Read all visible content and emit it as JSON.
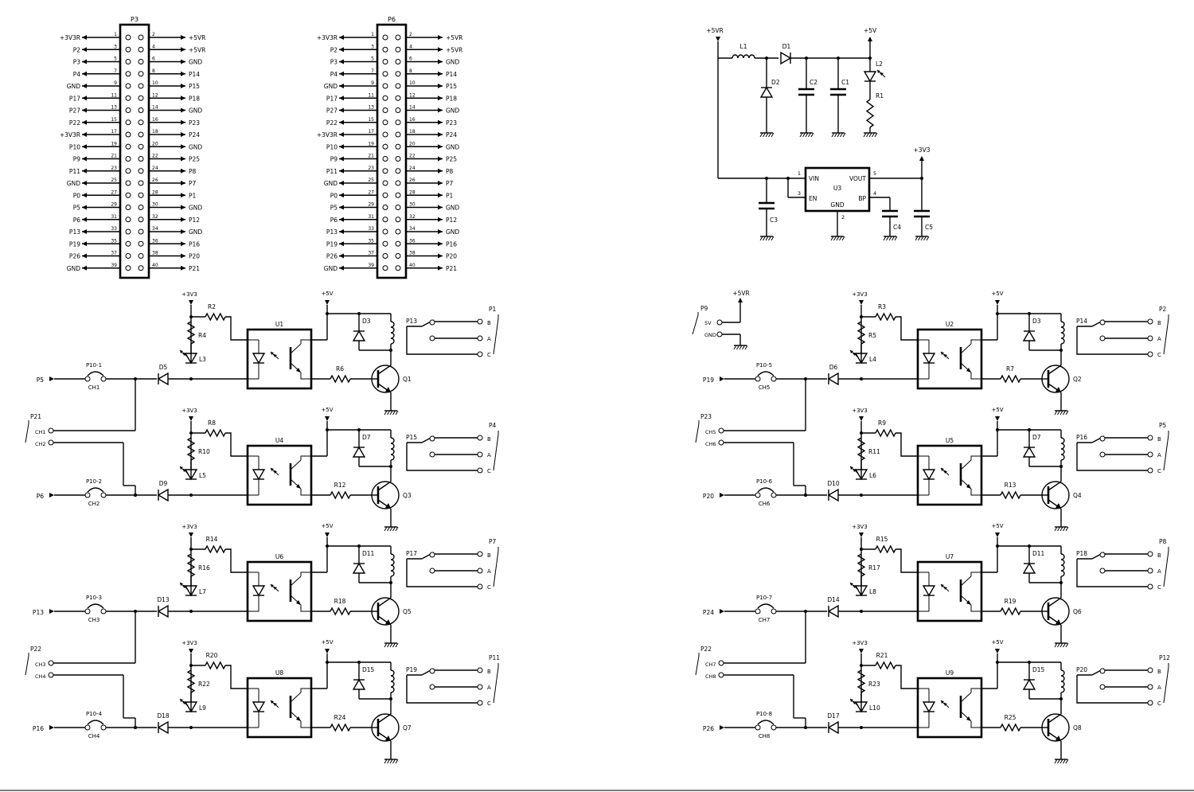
{
  "headers": [
    {
      "ref": "P3",
      "rows": [
        {
          "l": "+3V3R",
          "lp": "1",
          "rp": "2",
          "r": "+5VR"
        },
        {
          "l": "P2",
          "lp": "3",
          "rp": "4",
          "r": "+5VR"
        },
        {
          "l": "P3",
          "lp": "5",
          "rp": "6",
          "r": "GND"
        },
        {
          "l": "P4",
          "lp": "7",
          "rp": "8",
          "r": "P14"
        },
        {
          "l": "GND",
          "lp": "9",
          "rp": "10",
          "r": "P15"
        },
        {
          "l": "P17",
          "lp": "11",
          "rp": "12",
          "r": "P18"
        },
        {
          "l": "P27",
          "lp": "13",
          "rp": "14",
          "r": "GND"
        },
        {
          "l": "P22",
          "lp": "15",
          "rp": "16",
          "r": "P23"
        },
        {
          "l": "+3V3R",
          "lp": "17",
          "rp": "18",
          "r": "P24"
        },
        {
          "l": "P10",
          "lp": "19",
          "rp": "20",
          "r": "GND"
        },
        {
          "l": "P9",
          "lp": "21",
          "rp": "22",
          "r": "P25"
        },
        {
          "l": "P11",
          "lp": "23",
          "rp": "24",
          "r": "P8"
        },
        {
          "l": "GND",
          "lp": "25",
          "rp": "26",
          "r": "P7"
        },
        {
          "l": "P0",
          "lp": "27",
          "rp": "28",
          "r": "P1"
        },
        {
          "l": "P5",
          "lp": "29",
          "rp": "30",
          "r": "GND"
        },
        {
          "l": "P6",
          "lp": "31",
          "rp": "32",
          "r": "P12"
        },
        {
          "l": "P13",
          "lp": "33",
          "rp": "34",
          "r": "GND"
        },
        {
          "l": "P19",
          "lp": "35",
          "rp": "36",
          "r": "P16"
        },
        {
          "l": "P26",
          "lp": "37",
          "rp": "38",
          "r": "P20"
        },
        {
          "l": "GND",
          "lp": "39",
          "rp": "40",
          "r": "P21"
        }
      ]
    },
    {
      "ref": "P6",
      "rows": [
        {
          "l": "+3V3R",
          "lp": "1",
          "rp": "2",
          "r": "+5VR"
        },
        {
          "l": "P2",
          "lp": "3",
          "rp": "4",
          "r": "+5VR"
        },
        {
          "l": "P3",
          "lp": "5",
          "rp": "6",
          "r": "GND"
        },
        {
          "l": "P4",
          "lp": "7",
          "rp": "8",
          "r": "P14"
        },
        {
          "l": "GND",
          "lp": "9",
          "rp": "10",
          "r": "P15"
        },
        {
          "l": "P17",
          "lp": "11",
          "rp": "12",
          "r": "P18"
        },
        {
          "l": "P27",
          "lp": "13",
          "rp": "14",
          "r": "GND"
        },
        {
          "l": "P22",
          "lp": "15",
          "rp": "16",
          "r": "P23"
        },
        {
          "l": "+3V3R",
          "lp": "17",
          "rp": "18",
          "r": "P24"
        },
        {
          "l": "P10",
          "lp": "19",
          "rp": "20",
          "r": "GND"
        },
        {
          "l": "P9",
          "lp": "21",
          "rp": "22",
          "r": "P25"
        },
        {
          "l": "P11",
          "lp": "23",
          "rp": "24",
          "r": "P8"
        },
        {
          "l": "GND",
          "lp": "25",
          "rp": "26",
          "r": "P7"
        },
        {
          "l": "P0",
          "lp": "27",
          "rp": "28",
          "r": "P1"
        },
        {
          "l": "P5",
          "lp": "29",
          "rp": "30",
          "r": "GND"
        },
        {
          "l": "P6",
          "lp": "31",
          "rp": "32",
          "r": "P12"
        },
        {
          "l": "P13",
          "lp": "33",
          "rp": "34",
          "r": "GND"
        },
        {
          "l": "P19",
          "lp": "35",
          "rp": "36",
          "r": "P16"
        },
        {
          "l": "P26",
          "lp": "37",
          "rp": "38",
          "r": "P20"
        },
        {
          "l": "GND",
          "lp": "39",
          "rp": "40",
          "r": "P21"
        }
      ]
    }
  ],
  "power": {
    "input": "+5VR",
    "out5": "+5V",
    "out33": "+3V3",
    "inductor": "L1",
    "diode": "D1",
    "zener": "D2",
    "cap_a": "C2",
    "cap_b": "C1",
    "led": "L2",
    "res": "R1",
    "reg": {
      "ref": "U3",
      "vin": "VIN",
      "vout": "VOUT",
      "en": "EN",
      "gnd": "GND",
      "bp": "BP",
      "pin_vin": "1",
      "pin_en": "3",
      "pin_vout": "5",
      "pin_bp": "4",
      "pin_gnd": "2"
    },
    "cap_in": "C3",
    "cap_bp": "C4",
    "cap_out": "C5"
  },
  "aux_conn": {
    "ref": "P9",
    "pin1": "5V",
    "pin2": "GND",
    "supply": "+5VR"
  },
  "channels": [
    {
      "input": "P5",
      "jumper": "P10-1",
      "jumper_ch": "CH1",
      "diode": "D5",
      "res_led": "R4",
      "led": "L3",
      "res_pull": "R2",
      "opto": "U1",
      "res_base": "R6",
      "transistor": "Q1",
      "flyback": "D3",
      "relay": "P13",
      "out": "P1"
    },
    {
      "input": "P6",
      "jumper": "P10-2",
      "jumper_ch": "CH2",
      "diode": "D9",
      "res_led": "R10",
      "led": "L5",
      "res_pull": "R8",
      "opto": "U4",
      "res_base": "R12",
      "transistor": "Q3",
      "flyback": "D7",
      "relay": "P15",
      "out": "P4"
    },
    {
      "input": "P13",
      "jumper": "P10-3",
      "jumper_ch": "CH3",
      "diode": "D13",
      "res_led": "R16",
      "led": "L7",
      "res_pull": "R14",
      "opto": "U6",
      "res_base": "R18",
      "transistor": "Q5",
      "flyback": "D11",
      "relay": "P17",
      "out": "P7"
    },
    {
      "input": "P16",
      "jumper": "P10-4",
      "jumper_ch": "CH4",
      "diode": "D18",
      "res_led": "R22",
      "led": "L9",
      "res_pull": "R20",
      "opto": "U8",
      "res_base": "R24",
      "transistor": "Q7",
      "flyback": "D15",
      "relay": "P19",
      "out": "P11"
    },
    {
      "input": "P19",
      "jumper": "P10-5",
      "jumper_ch": "CH5",
      "diode": "D6",
      "res_led": "R5",
      "led": "L4",
      "res_pull": "R3",
      "opto": "U2",
      "res_base": "R7",
      "transistor": "Q2",
      "flyback": "D3",
      "relay": "P14",
      "out": "P2"
    },
    {
      "input": "P20",
      "jumper": "P10-6",
      "jumper_ch": "CH6",
      "diode": "D10",
      "res_led": "R11",
      "led": "L6",
      "res_pull": "R9",
      "opto": "U5",
      "res_base": "R13",
      "transistor": "Q4",
      "flyback": "D7",
      "relay": "P16",
      "out": "P5"
    },
    {
      "input": "P24",
      "jumper": "P10-7",
      "jumper_ch": "CH7",
      "diode": "D14",
      "res_led": "R17",
      "led": "L8",
      "res_pull": "R15",
      "opto": "U7",
      "res_base": "R19",
      "transistor": "Q6",
      "flyback": "D11",
      "relay": "P18",
      "out": "P8"
    },
    {
      "input": "P26",
      "jumper": "P10-8",
      "jumper_ch": "CH8",
      "diode": "D17",
      "res_led": "R23",
      "led": "L10",
      "res_pull": "R21",
      "opto": "U9",
      "res_base": "R25",
      "transistor": "Q8",
      "flyback": "D15",
      "relay": "P20",
      "out": "P12"
    }
  ],
  "selectors": [
    {
      "ref": "P21",
      "a": "CH1",
      "b": "CH2"
    },
    {
      "ref": "P22",
      "a": "CH3",
      "b": "CH4"
    },
    {
      "ref": "P23",
      "a": "CH5",
      "b": "CH6"
    },
    {
      "ref": "P22",
      "a": "CH7",
      "b": "CH8"
    }
  ],
  "supply_labels": {
    "v33": "+3V3",
    "v5": "+5V"
  },
  "relay_contacts": [
    "B",
    "A",
    "C"
  ]
}
